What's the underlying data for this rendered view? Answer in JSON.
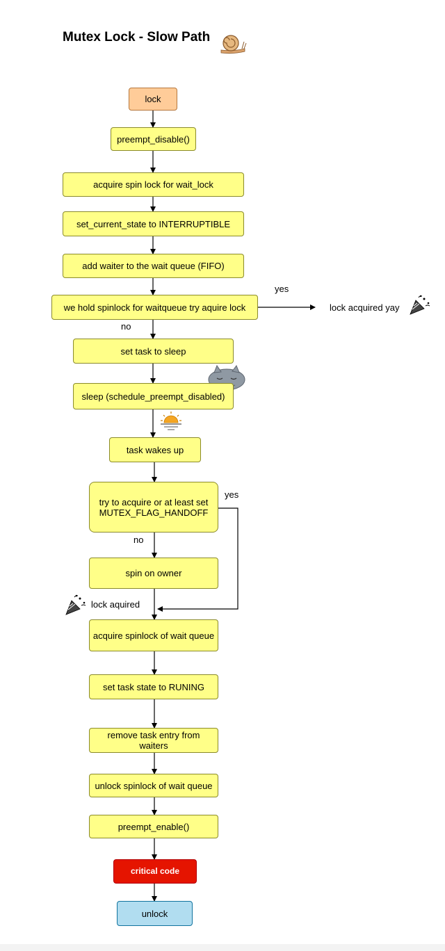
{
  "diagram": {
    "title": "Mutex Lock - Slow Path",
    "nodes": {
      "lock": "lock",
      "preempt_disable": "preempt_disable()",
      "acquire_spin_lock": "acquire spin lock for wait_lock",
      "set_current_state": "set_current_state to INTERRUPTIBLE",
      "add_waiter": "add waiter to the wait queue (FIFO)",
      "try_acquire_lock": "we hold spinlock for waitqueue try aquire lock",
      "set_task_sleep": "set task to sleep",
      "sleep": "sleep (schedule_preempt_disabled)",
      "task_wakes": "task wakes up",
      "try_handoff": "try to acquire or at least set MUTEX_FLAG_HANDOFF",
      "spin_owner": "spin on owner",
      "acquire_spinlock_wait": "acquire spinlock of wait queue",
      "set_running": "set task state to RUNING",
      "remove_entry": "remove task entry from waiters",
      "unlock_spinlock": "unlock spinlock of wait queue",
      "preempt_enable": "preempt_enable()",
      "critical": "critical code",
      "unlock": "unlock"
    },
    "edge_labels": {
      "yes_1": "yes",
      "no_1": "no",
      "yes_2": "yes",
      "no_2": "no"
    },
    "annotations": {
      "lock_acquired_yay": "lock acquired yay",
      "lock_aquired": "lock aquired"
    },
    "icons": [
      "snail-icon",
      "party-popper-icon",
      "sleeping-cat-icon",
      "sunrise-icon",
      "party-popper-icon"
    ],
    "colors": {
      "process": "#ffff88",
      "start": "#ffcc99",
      "critical": "#e51400",
      "end": "#b1ddf0"
    }
  }
}
